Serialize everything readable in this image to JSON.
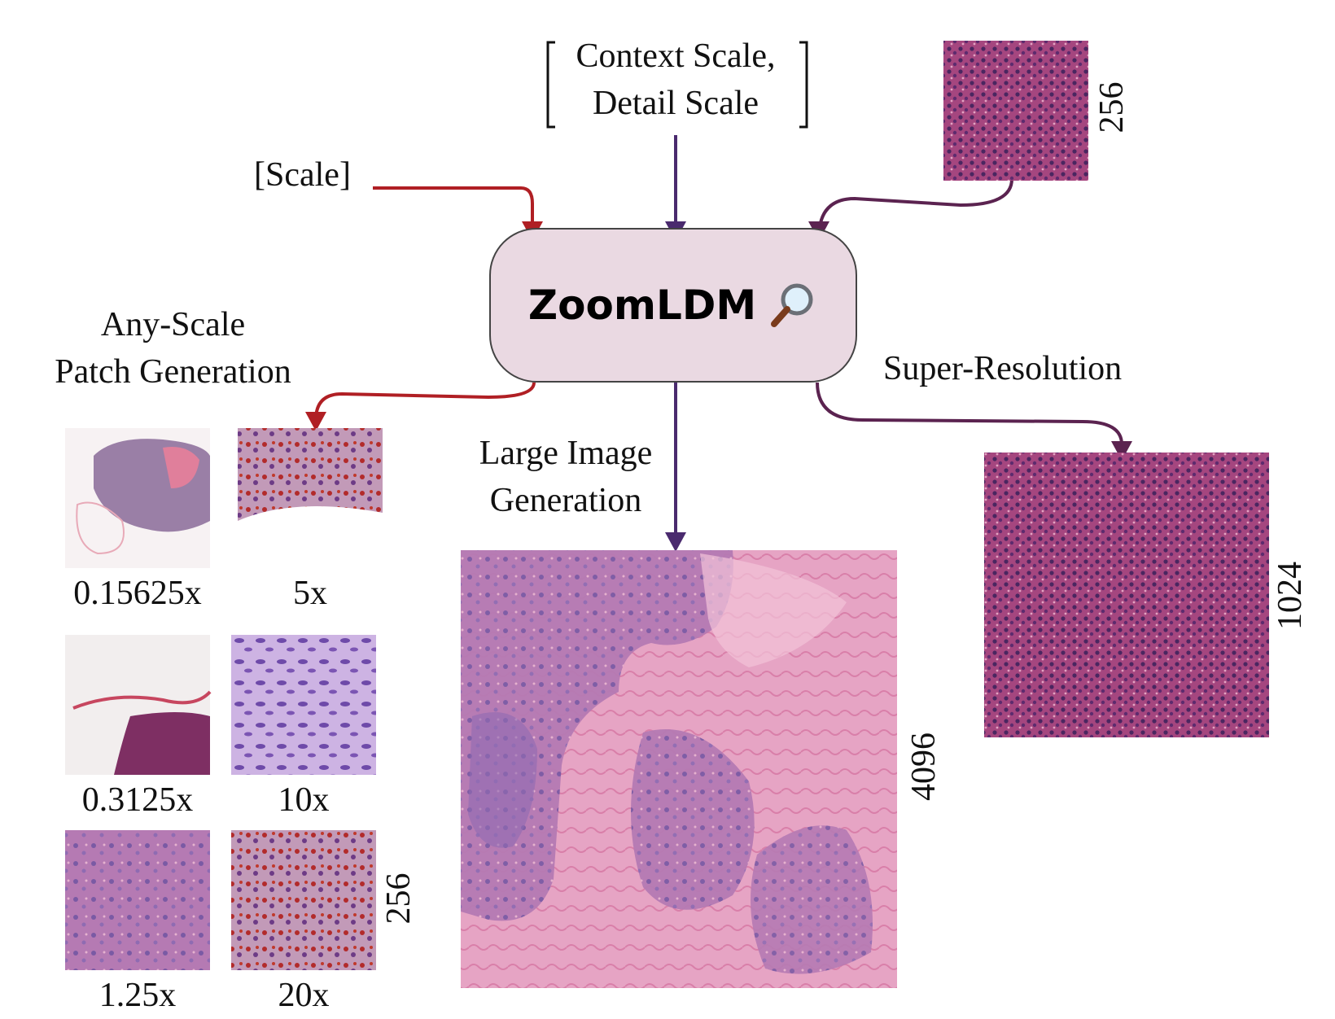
{
  "center": {
    "title": "ZoomLDM"
  },
  "inputs": {
    "scale": "[Scale]",
    "context_line1": "Context Scale,",
    "context_line2": "Detail Scale",
    "input_tile_size": "256"
  },
  "outputs": {
    "any_scale_line1": "Any-Scale",
    "any_scale_line2": "Patch Generation",
    "large_line1": "Large Image",
    "large_line2": "Generation",
    "large_size": "4096",
    "super_resolution": "Super-Resolution",
    "sr_size": "1024",
    "patch_size": "256"
  },
  "patches": [
    {
      "label": "0.15625x"
    },
    {
      "label": "5x"
    },
    {
      "label": "0.3125x"
    },
    {
      "label": "10x"
    },
    {
      "label": "1.25x"
    },
    {
      "label": "20x"
    }
  ],
  "colors": {
    "scale_arrow": "#b01f24",
    "context_arrow": "#4a2a6e",
    "sr_arrow": "#5b2350",
    "box_fill": "#ead9e2"
  }
}
